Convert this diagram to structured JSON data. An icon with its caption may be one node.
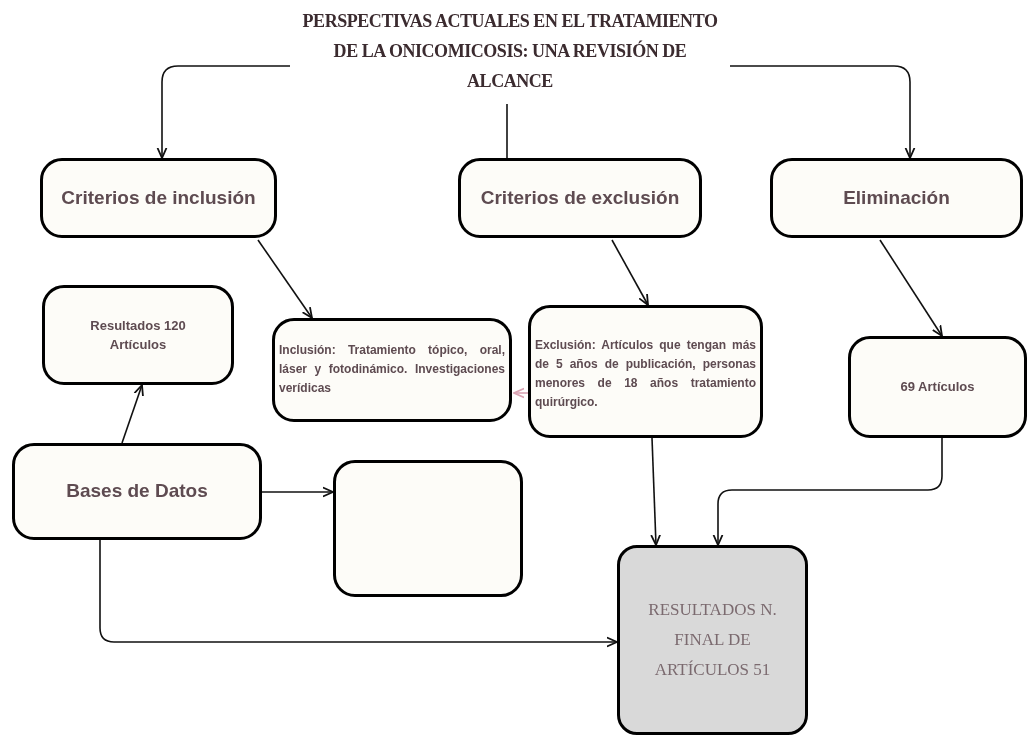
{
  "diagram": {
    "nodes": [
      {
        "text": [
          "PERSPECTIVAS ACTUALES EN EL TRATAMIENTO DE LA ONICOMICOSIS: UNA REVISIÓN DE ALCANCE"
        ]
      },
      {
        "text": [
          "Criterios de inclusión"
        ]
      },
      {
        "text": [
          "Criterios de exclusión"
        ]
      },
      {
        "text": [
          "Eliminación"
        ]
      },
      {
        "text": [
          "Resultados 120 Artículos"
        ]
      },
      {
        "text": [
          "Inclusión: Tratamiento tópico, oral, láser y fotodinámico. Investigaciones verídicas"
        ]
      },
      {
        "text": [
          "Exclusión: Artículos que tengan más de 5 años de publicación, personas menores de 18 años tratamiento quirúrgico."
        ]
      },
      {
        "text": [
          "69 Artículos"
        ]
      },
      {
        "text": [
          "Bases de Datos"
        ]
      },
      {
        "text": [],
        "shape": "box"
      },
      {
        "text": [
          "RESULTADOS N. FINAL DE ARTÍCULOS 51"
        ]
      }
    ],
    "edges": [
      {
        "from": 0,
        "to": 1,
        "arrow": "to"
      },
      {
        "from": 0,
        "to": 2,
        "arrow": "none"
      },
      {
        "from": 0,
        "to": 3,
        "arrow": "to"
      },
      {
        "from": 1,
        "to": 5,
        "arrow": "to"
      },
      {
        "from": 2,
        "to": 6,
        "arrow": "to"
      },
      {
        "from": 3,
        "to": 7,
        "arrow": "to"
      },
      {
        "from": 8,
        "to": 4,
        "arrow": "to"
      },
      {
        "from": 6,
        "to": 5,
        "arrow": "to",
        "color": "#d9a3b3"
      },
      {
        "from": 8,
        "to": 9,
        "arrow": "to"
      },
      {
        "from": 6,
        "to": 10,
        "arrow": "to"
      },
      {
        "from": 7,
        "to": 10,
        "arrow": "to"
      },
      {
        "from": 8,
        "to": 10,
        "arrow": "to"
      }
    ]
  }
}
